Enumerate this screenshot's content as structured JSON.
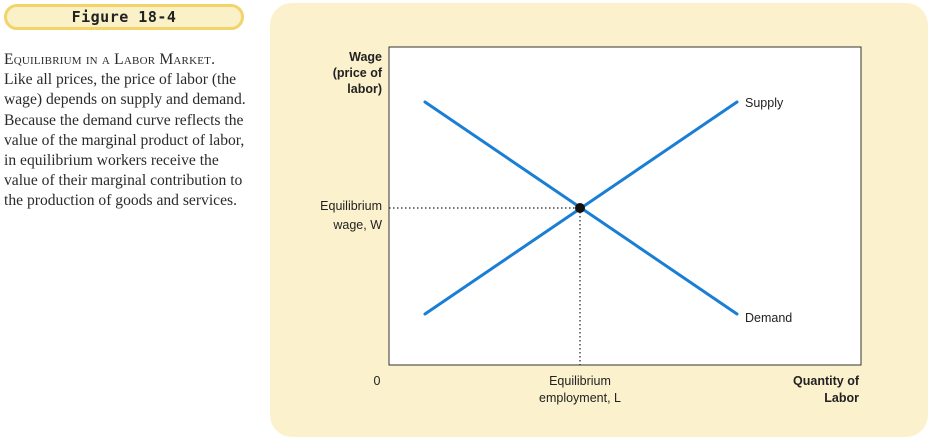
{
  "figure_label": "Figure 18-4",
  "caption": {
    "title": "Equilibrium in a Labor Market.",
    "body": "Like all prices, the price of labor (the wage) depends on supply and demand. Because the demand curve reflects the value of the marginal product of labor, in equilibrium workers receive the value of their marginal contribution to the production of goods and services."
  },
  "diagram": {
    "y_axis_label": [
      "Wage",
      "(price of",
      "labor)"
    ],
    "x_axis_label": [
      "Quantity of",
      "Labor"
    ],
    "origin_label": "0",
    "equilibrium_wage_label": [
      "Equilibrium",
      "wage, W"
    ],
    "equilibrium_employment_label": [
      "Equilibrium",
      "employment, L"
    ],
    "supply_label": "Supply",
    "demand_label": "Demand",
    "curve_color": "#1a7fd4"
  }
}
